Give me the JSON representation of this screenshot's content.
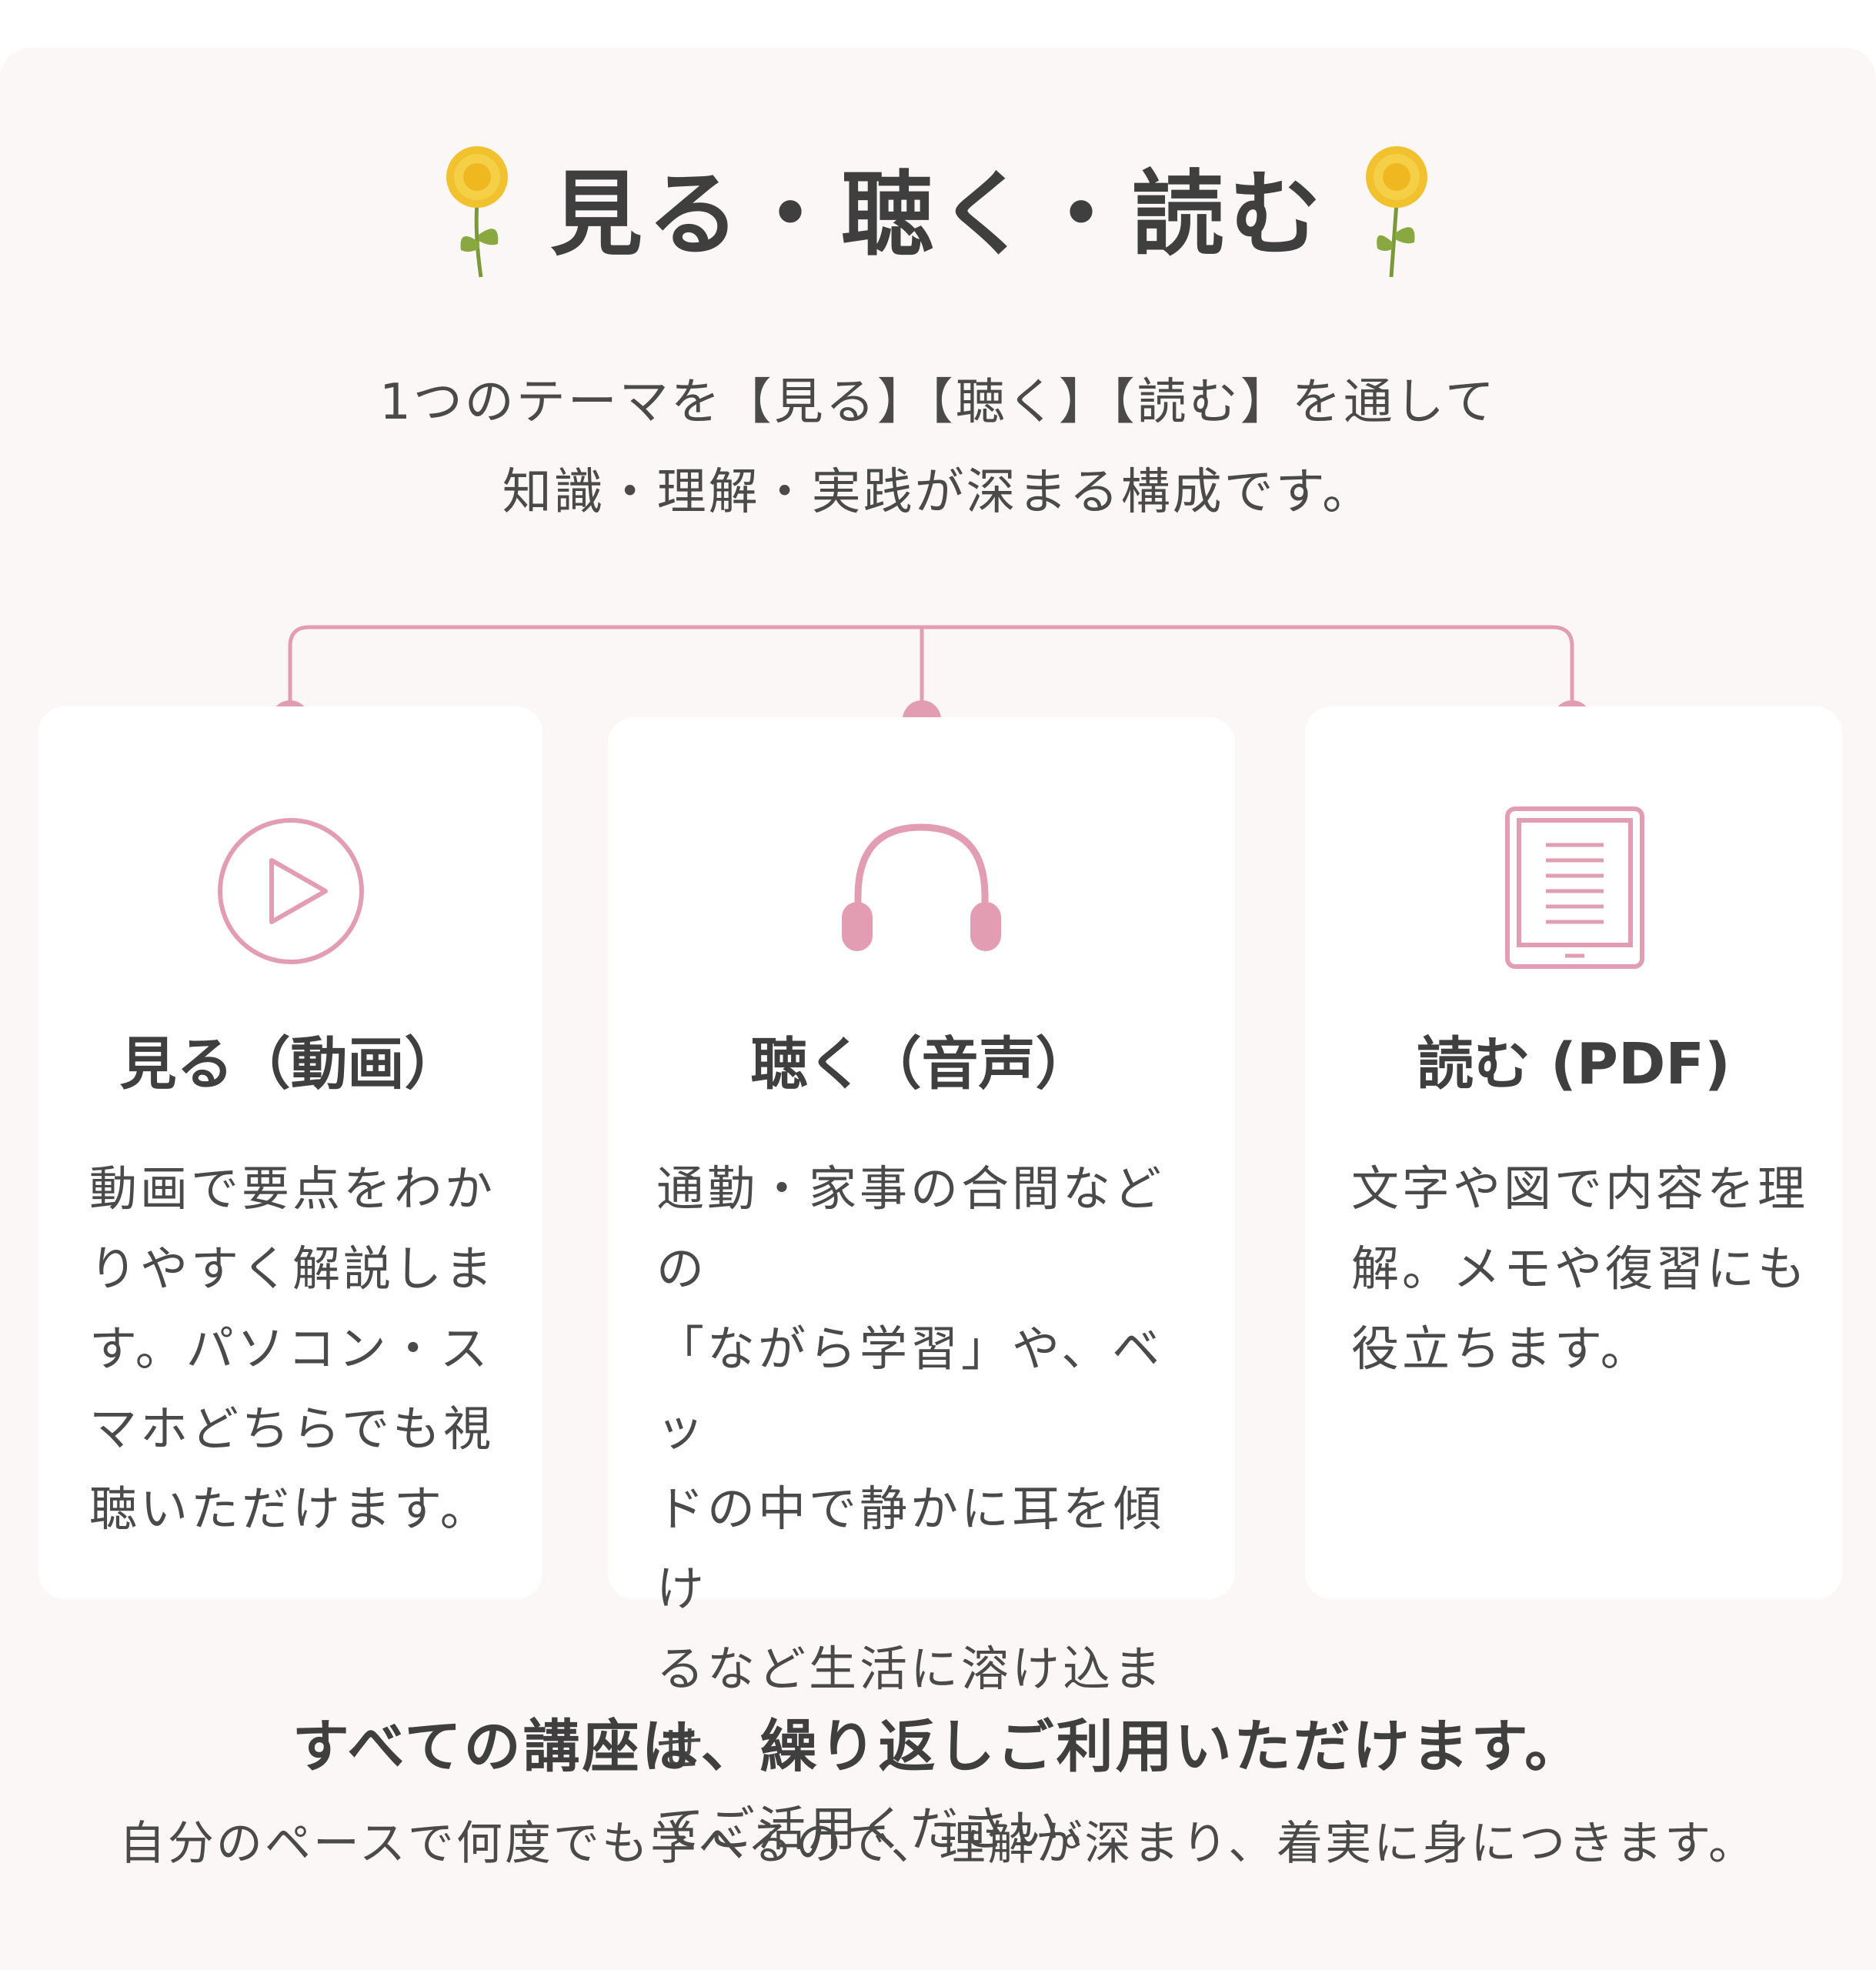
{
  "header": {
    "title": "見る・聴く・読む"
  },
  "intro": {
    "line1": "1つのテーマを【見る】【聴く】【読む】を通して",
    "line2": "知識・理解・実践が深まる構成です。"
  },
  "cards": [
    {
      "icon": "play-circle-icon",
      "title": "見る（動画）",
      "lines": [
        "動画で要点をわか",
        "りやすく解説しま",
        "す。パソコン・ス",
        "マホどちらでも視",
        "聴いただけます。"
      ]
    },
    {
      "icon": "headphones-icon",
      "title": "聴く（音声）",
      "lines": [
        "通勤・家事の合間などの",
        "「ながら学習」や、ベッ",
        "ドの中で静かに耳を傾け",
        "るなど生活に溶け込ませ",
        "てご活用ください。"
      ]
    },
    {
      "icon": "tablet-document-icon",
      "title": "読む (PDF)",
      "lines": [
        "文字や図で内容を理",
        "解。メモや復習にも",
        "役立ちます。"
      ]
    }
  ],
  "footer": {
    "heading": "すべての講座は、繰り返しご利用いただけます。",
    "sub": "自分のペースで何度でも学べるので、理解が深まり、着実に身につきます。"
  },
  "colors": {
    "accent_pink": "#e39db3",
    "panel_bg": "#fcf7f7",
    "card_bg": "#ffffff",
    "text_dark": "#3f3f3f",
    "flower_yellow": "#f2c12e",
    "stem_green": "#7a9a3a"
  }
}
